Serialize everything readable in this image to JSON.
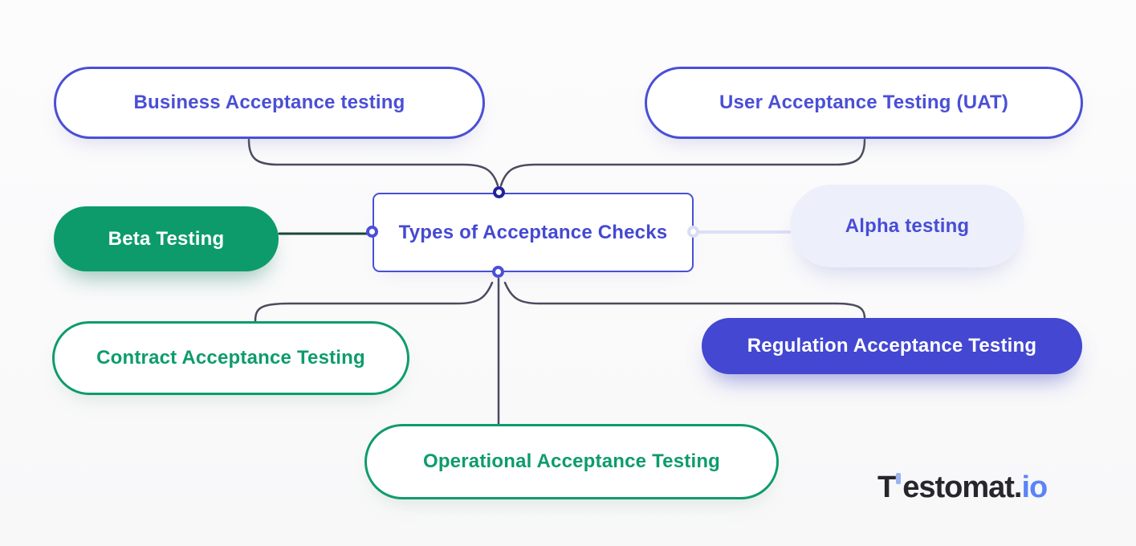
{
  "nodes": {
    "center": {
      "label": "Types of Acceptance Checks"
    },
    "business": {
      "label": "Business Acceptance testing"
    },
    "uat": {
      "label": "User Acceptance Testing (UAT)"
    },
    "beta": {
      "label": "Beta Testing"
    },
    "alpha": {
      "label": "Alpha testing"
    },
    "contract": {
      "label": "Contract Acceptance Testing"
    },
    "regulation": {
      "label": "Regulation Acceptance Testing"
    },
    "operational": {
      "label": "Operational Acceptance Testing"
    }
  },
  "logo": {
    "dark": "Testomat.",
    "dark_t": "T",
    "dark_rest": "estomat.",
    "accent": "io"
  },
  "colors": {
    "indigo_text": "#4a4fd6",
    "indigo_solid": "#4347d1",
    "green_solid": "#0d9b6c",
    "green_outline": "#0e9c6b",
    "lavender_fill": "#edeffb",
    "edge_slate": "#4b4b5f",
    "edge_dark_green": "#1c4736",
    "edge_lavender": "#dcdff5",
    "connector_dark_navy": "#22229e",
    "logo_dark": "#26262b",
    "logo_blue": "#5b84f6"
  }
}
